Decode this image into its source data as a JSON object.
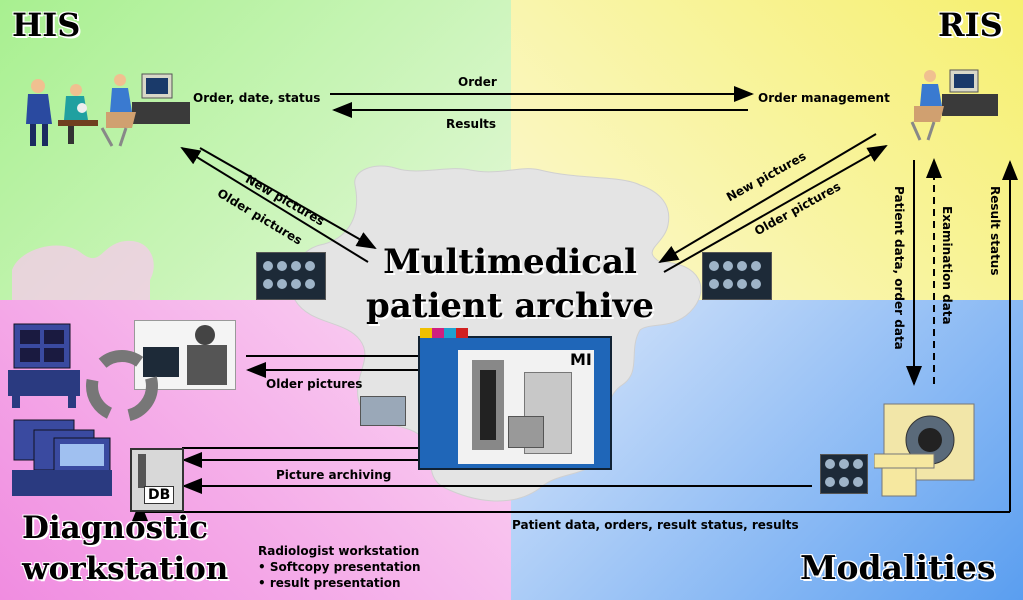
{
  "corners": {
    "his": "HIS",
    "ris": "RIS",
    "diagnostic_line1": "Diagnostic",
    "diagnostic_line2": "workstation",
    "modalities": "Modalities"
  },
  "archive": {
    "title_line1": "Multimedical",
    "title_line2": "patient archive",
    "server_badge": "MI",
    "db_badge": "DB"
  },
  "flows": {
    "order": "Order",
    "order_date_status": "Order, date, status",
    "results": "Results",
    "order_management": "Order management",
    "new_pictures_left": "New pictures",
    "older_pictures_left": "Older pictures",
    "new_pictures_right": "New pictures",
    "older_pictures_right": "Older pictures",
    "patient_order_data": "Patient data, order data",
    "examination_data": "Examination data",
    "result_status": "Result status",
    "older_pictures_ws": "Older pictures",
    "picture_archiving": "Picture archiving",
    "patient_data_bottom": "Patient data, orders, result status, results"
  },
  "workstation": {
    "title": "Radiologist workstation",
    "item1": "•  Softcopy presentation",
    "item2": "•  result presentation"
  },
  "colors": {
    "his_bg": "#c8f0b0",
    "ris_bg": "#f8f4a8",
    "diag_bg": "#f4a8e8",
    "mod_bg": "#8fb8f0",
    "archive_bg": "#e8e8e8",
    "server_box": "#1f66b8"
  }
}
